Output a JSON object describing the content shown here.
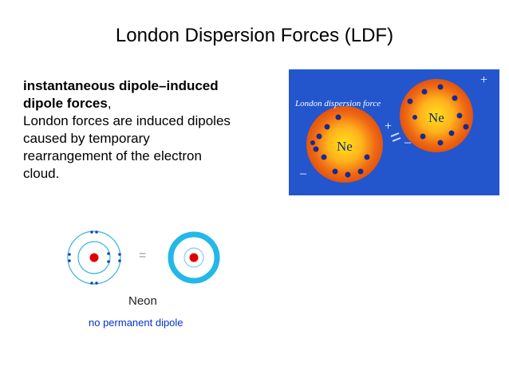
{
  "slide": {
    "title": "London Dispersion Forces (LDF)",
    "body": {
      "bold_line_1": "instantaneous dipole–induced",
      "bold_line_2": "dipole forces",
      "comma": ",",
      "line_3": "London forces are induced dipoles",
      "line_4": "caused by temporary",
      "line_5": "rearrangement of the electron",
      "line_6": "cloud."
    }
  },
  "ldf_figure": {
    "label": "London dispersion force",
    "atom_left_label": "Ne",
    "atom_right_label": "Ne",
    "plus_sign": "+",
    "minus_sign": "–",
    "background_color": "#2255cc",
    "atom_color": "#f07a18"
  },
  "neon_figure": {
    "equals_sign": "=",
    "atom_name": "Neon",
    "caption": "no permanent dipole",
    "nucleus_color": "#e00000",
    "electron_color": "#1a3fc4",
    "cloud_color": "#22b8e8"
  }
}
